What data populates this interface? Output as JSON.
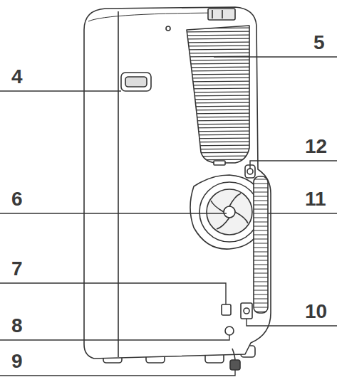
{
  "diagram": {
    "labels": [
      "4",
      "5",
      "12",
      "6",
      "11",
      "7",
      "10",
      "8",
      "9"
    ]
  }
}
